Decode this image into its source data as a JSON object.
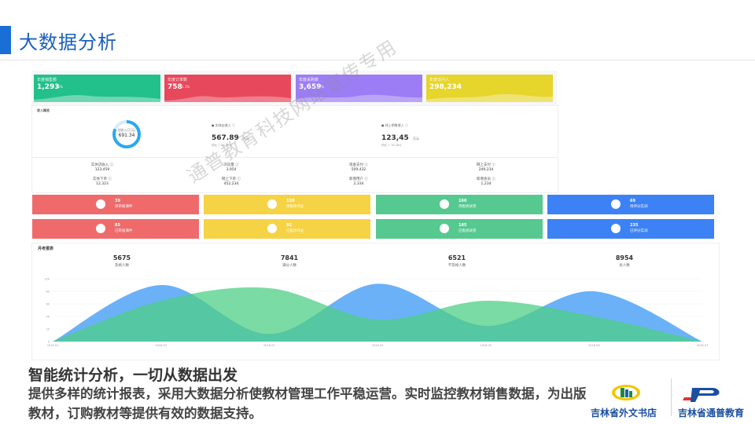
{
  "slide": {
    "title": "大数据分析",
    "watermark": "通普教育科技网站宣传专用"
  },
  "stat_cards": [
    {
      "label": "年度销售额",
      "value": "1,293",
      "pct": "15%",
      "color": "#22c08a"
    },
    {
      "label": "年度订单数",
      "value": "758",
      "pct": "1.1%",
      "color": "#e8485c"
    },
    {
      "label": "年度采购数",
      "value": "3,659",
      "pct": "20%",
      "color": "#9c7df5"
    },
    {
      "label": "年度访问人",
      "value": "298,234",
      "pct": "15%",
      "color": "#e6d52a"
    }
  ],
  "income": {
    "section_title": "收入概览",
    "donut_label": "总收入(万元)",
    "donut_value": "691.34",
    "kpis": [
      {
        "label": "● 实体店收入 ⓘ",
        "value": "567.89",
        "unit": "万元",
        "sub": "同比 ↑ 68.99%"
      },
      {
        "label": "● 线上销售收入 ⓘ",
        "value": "123,45",
        "unit": "万元",
        "sub": "同比 ↑ 18.46%"
      }
    ]
  },
  "mini_stats": [
    {
      "label": "实体店收入 ⓘ",
      "value": "123,459"
    },
    {
      "label": "浏览量 ⓘ",
      "value": "3,954"
    },
    {
      "label": "现金支付 ⓘ",
      "value": "509,432"
    },
    {
      "label": "网上支付 ⓘ",
      "value": "249,234"
    },
    {
      "label": "实体下单 ⓘ",
      "value": "12,323"
    },
    {
      "label": "网上下单 ⓘ",
      "value": "452,234"
    },
    {
      "label": "新增用户 ⓘ",
      "value": "2,334"
    },
    {
      "label": "新增会员 ⓘ",
      "value": "1,234"
    }
  ],
  "tiles": [
    {
      "num": "39",
      "label": "待审核课件",
      "color": "#ef6b6b"
    },
    {
      "num": "120",
      "label": "待批改作业",
      "color": "#f5d345"
    },
    {
      "num": "160",
      "label": "待批阅试卷",
      "color": "#55c98f"
    },
    {
      "num": "69",
      "label": "待评分实训",
      "color": "#3d82f5"
    },
    {
      "num": "85",
      "label": "已审核课件",
      "color": "#ef6b6b"
    },
    {
      "num": "92",
      "label": "已批改作业",
      "color": "#f5d345"
    },
    {
      "num": "185",
      "label": "已批阅试卷",
      "color": "#55c98f"
    },
    {
      "num": "235",
      "label": "已评分实训",
      "color": "#3d82f5"
    }
  ],
  "exam": {
    "title": "月考报表",
    "stats": [
      {
        "value": "5675",
        "label": "及格人数"
      },
      {
        "value": "7841",
        "label": "满分人数"
      },
      {
        "value": "6521",
        "label": "不及格人数"
      },
      {
        "value": "8954",
        "label": "总人数"
      }
    ]
  },
  "chart_data": {
    "type": "area",
    "x": [
      "2018-01",
      "2018-02",
      "2018-03",
      "2018-04",
      "2018-05",
      "2018-06",
      "2018-07"
    ],
    "yticks": [
      "100",
      "80",
      "60",
      "40",
      "20",
      "0"
    ],
    "ylim": [
      0,
      100
    ],
    "series": [
      {
        "color": "#5aa9f7",
        "values": [
          0,
          90,
          12,
          92,
          25,
          80,
          0
        ]
      },
      {
        "color": "#4fcf86",
        "values": [
          0,
          65,
          85,
          35,
          65,
          40,
          0
        ]
      }
    ]
  },
  "footer": {
    "headline": "智能统计分析，一切从数据出发",
    "description": "提供多样的统计报表，采用大数据分析使教材管理工作平稳运营。实时监控教材销售数据，为出版教材，订购教材等提供有效的数据支持。",
    "logo1_caption": "吉林省外文书店",
    "logo2_caption": "吉林省通普教育"
  }
}
